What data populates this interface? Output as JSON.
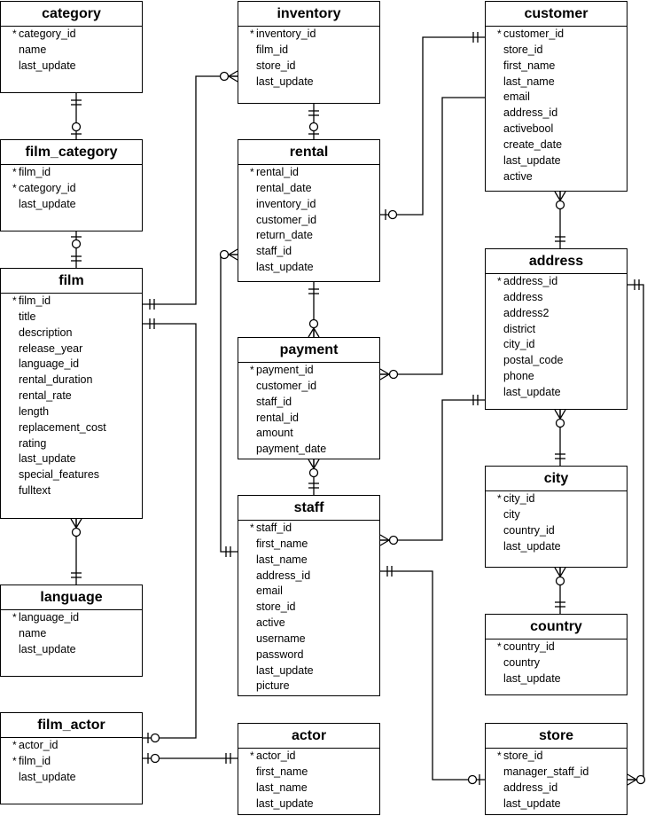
{
  "entities": {
    "category": {
      "title": "category",
      "fields": [
        {
          "name": "category_id",
          "pk": true
        },
        {
          "name": "name",
          "pk": false
        },
        {
          "name": "last_update",
          "pk": false
        }
      ]
    },
    "film_category": {
      "title": "film_category",
      "fields": [
        {
          "name": "film_id",
          "pk": true
        },
        {
          "name": "category_id",
          "pk": true
        },
        {
          "name": "last_update",
          "pk": false
        }
      ]
    },
    "film": {
      "title": "film",
      "fields": [
        {
          "name": "film_id",
          "pk": true
        },
        {
          "name": "title",
          "pk": false
        },
        {
          "name": "description",
          "pk": false
        },
        {
          "name": "release_year",
          "pk": false
        },
        {
          "name": "language_id",
          "pk": false
        },
        {
          "name": "rental_duration",
          "pk": false
        },
        {
          "name": "rental_rate",
          "pk": false
        },
        {
          "name": "length",
          "pk": false
        },
        {
          "name": "replacement_cost",
          "pk": false
        },
        {
          "name": "rating",
          "pk": false
        },
        {
          "name": "last_update",
          "pk": false
        },
        {
          "name": "special_features",
          "pk": false
        },
        {
          "name": "fulltext",
          "pk": false
        }
      ]
    },
    "language": {
      "title": "language",
      "fields": [
        {
          "name": "language_id",
          "pk": true
        },
        {
          "name": "name",
          "pk": false
        },
        {
          "name": "last_update",
          "pk": false
        }
      ]
    },
    "film_actor": {
      "title": "film_actor",
      "fields": [
        {
          "name": "actor_id",
          "pk": true
        },
        {
          "name": "film_id",
          "pk": true
        },
        {
          "name": "last_update",
          "pk": false
        }
      ]
    },
    "inventory": {
      "title": "inventory",
      "fields": [
        {
          "name": "inventory_id",
          "pk": true
        },
        {
          "name": "film_id",
          "pk": false
        },
        {
          "name": "store_id",
          "pk": false
        },
        {
          "name": "last_update",
          "pk": false
        }
      ]
    },
    "rental": {
      "title": "rental",
      "fields": [
        {
          "name": "rental_id",
          "pk": true
        },
        {
          "name": "rental_date",
          "pk": false
        },
        {
          "name": "inventory_id",
          "pk": false
        },
        {
          "name": "customer_id",
          "pk": false
        },
        {
          "name": "return_date",
          "pk": false
        },
        {
          "name": "staff_id",
          "pk": false
        },
        {
          "name": "last_update",
          "pk": false
        }
      ]
    },
    "payment": {
      "title": "payment",
      "fields": [
        {
          "name": "payment_id",
          "pk": true
        },
        {
          "name": "customer_id",
          "pk": false
        },
        {
          "name": "staff_id",
          "pk": false
        },
        {
          "name": "rental_id",
          "pk": false
        },
        {
          "name": "amount",
          "pk": false
        },
        {
          "name": "payment_date",
          "pk": false
        }
      ]
    },
    "staff": {
      "title": "staff",
      "fields": [
        {
          "name": "staff_id",
          "pk": true
        },
        {
          "name": "first_name",
          "pk": false
        },
        {
          "name": "last_name",
          "pk": false
        },
        {
          "name": "address_id",
          "pk": false
        },
        {
          "name": "email",
          "pk": false
        },
        {
          "name": "store_id",
          "pk": false
        },
        {
          "name": "active",
          "pk": false
        },
        {
          "name": "username",
          "pk": false
        },
        {
          "name": "password",
          "pk": false
        },
        {
          "name": "last_update",
          "pk": false
        },
        {
          "name": "picture",
          "pk": false
        }
      ]
    },
    "actor": {
      "title": "actor",
      "fields": [
        {
          "name": "actor_id",
          "pk": true
        },
        {
          "name": "first_name",
          "pk": false
        },
        {
          "name": "last_name",
          "pk": false
        },
        {
          "name": "last_update",
          "pk": false
        }
      ]
    },
    "customer": {
      "title": "customer",
      "fields": [
        {
          "name": "customer_id",
          "pk": true
        },
        {
          "name": "store_id",
          "pk": false
        },
        {
          "name": "first_name",
          "pk": false
        },
        {
          "name": "last_name",
          "pk": false
        },
        {
          "name": "email",
          "pk": false
        },
        {
          "name": "address_id",
          "pk": false
        },
        {
          "name": "activebool",
          "pk": false
        },
        {
          "name": "create_date",
          "pk": false
        },
        {
          "name": "last_update",
          "pk": false
        },
        {
          "name": "active",
          "pk": false
        }
      ]
    },
    "address": {
      "title": "address",
      "fields": [
        {
          "name": "address_id",
          "pk": true
        },
        {
          "name": "address",
          "pk": false
        },
        {
          "name": "address2",
          "pk": false
        },
        {
          "name": "district",
          "pk": false
        },
        {
          "name": "city_id",
          "pk": false
        },
        {
          "name": "postal_code",
          "pk": false
        },
        {
          "name": "phone",
          "pk": false
        },
        {
          "name": "last_update",
          "pk": false
        }
      ]
    },
    "city": {
      "title": "city",
      "fields": [
        {
          "name": "city_id",
          "pk": true
        },
        {
          "name": "city",
          "pk": false
        },
        {
          "name": "country_id",
          "pk": false
        },
        {
          "name": "last_update",
          "pk": false
        }
      ]
    },
    "country": {
      "title": "country",
      "fields": [
        {
          "name": "country_id",
          "pk": true
        },
        {
          "name": "country",
          "pk": false
        },
        {
          "name": "last_update",
          "pk": false
        }
      ]
    },
    "store": {
      "title": "store",
      "fields": [
        {
          "name": "store_id",
          "pk": true
        },
        {
          "name": "manager_staff_id",
          "pk": false
        },
        {
          "name": "address_id",
          "pk": false
        },
        {
          "name": "last_update",
          "pk": false
        }
      ]
    }
  },
  "pk_marker": "*"
}
